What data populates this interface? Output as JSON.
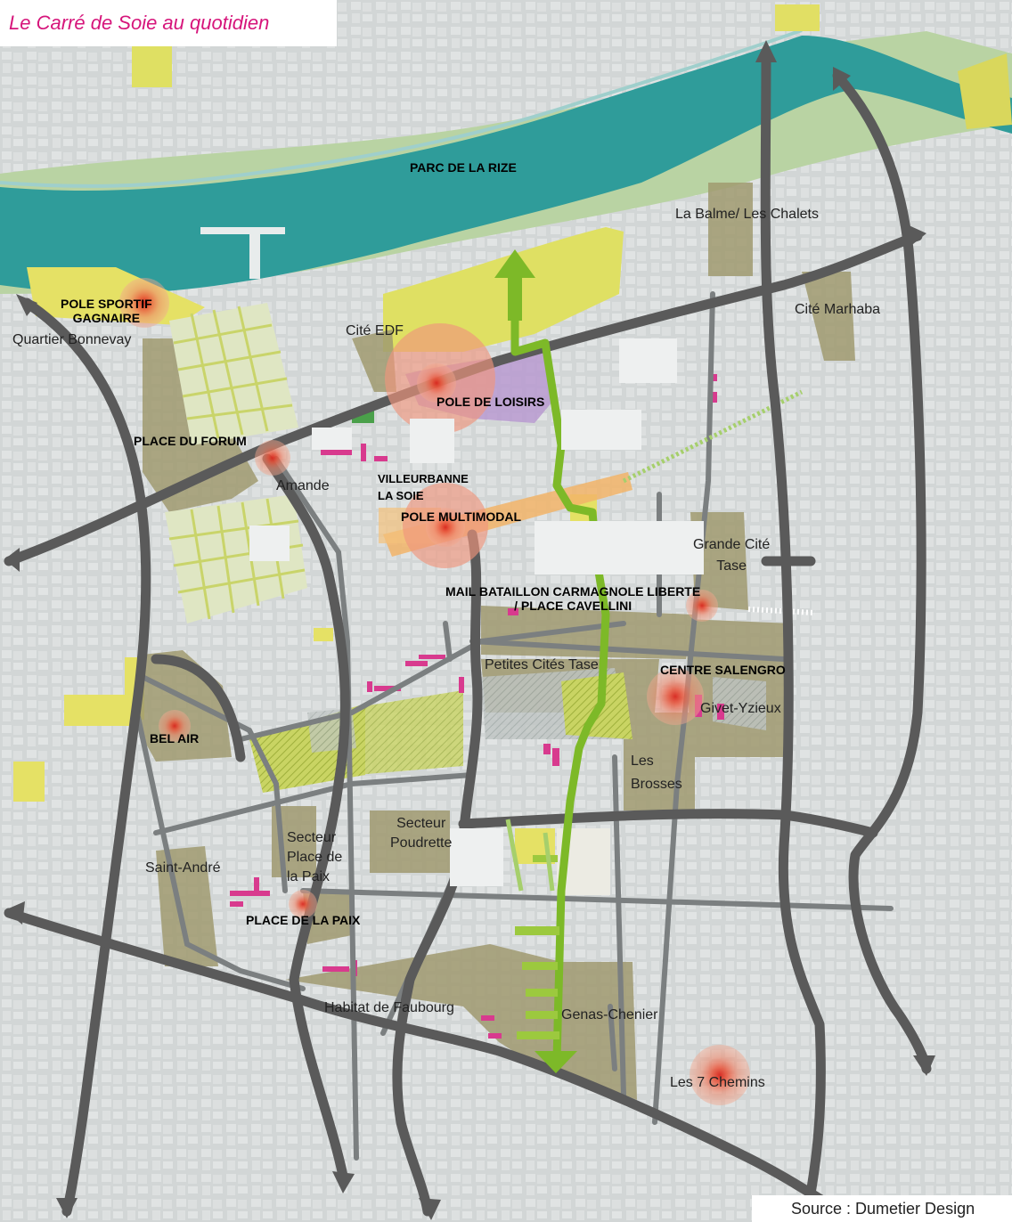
{
  "title": "Le Carré de Soie au quotidien",
  "source": "Source : Dumetier Design",
  "district_labels": [
    {
      "id": "quartier-bonnevay",
      "text": "Quartier Bonnevay"
    },
    {
      "id": "cite-edf",
      "text": "Cité EDF"
    },
    {
      "id": "la-balme",
      "text": "La Balme/ Les Chalets"
    },
    {
      "id": "cite-marhaba",
      "text": "Cité Marhaba"
    },
    {
      "id": "amande",
      "text": "Amande"
    },
    {
      "id": "grande-cite-tase",
      "text": "Grande Cité\nTase"
    },
    {
      "id": "petites-cites-tase",
      "text": "Petites Cités Tase"
    },
    {
      "id": "givet-yzieux",
      "text": "Givet-Yzieux"
    },
    {
      "id": "les-brosses",
      "text": "Les\nBrosses"
    },
    {
      "id": "secteur-poudrette",
      "text": "Secteur\nPoudrette"
    },
    {
      "id": "secteur-place-paix",
      "text": "Secteur\nPlace de\nla Paix"
    },
    {
      "id": "saint-andre",
      "text": "Saint-André"
    },
    {
      "id": "habitat-faubourg",
      "text": "Habitat de Faubourg"
    },
    {
      "id": "genas-chenier",
      "text": "Genas-Chenier"
    },
    {
      "id": "les-7-chemins",
      "text": "Les 7 Chemins"
    }
  ],
  "pole_labels": [
    {
      "id": "parc-rize",
      "text": "PARC DE LA RIZE"
    },
    {
      "id": "pole-sportif",
      "text": "POLE SPORTIF\nGAGNAIRE"
    },
    {
      "id": "pole-loisirs",
      "text": "POLE DE LOISIRS"
    },
    {
      "id": "place-forum",
      "text": "PLACE DU FORUM"
    },
    {
      "id": "villeurbanne-soie",
      "text": "VILLEURBANNE\nLA SOIE"
    },
    {
      "id": "pole-multimodal",
      "text": "POLE MULTIMODAL"
    },
    {
      "id": "mail-bataillon",
      "text": "MAIL BATAILLON CARMAGNOLE LIBERTE\n/ PLACE CAVELLINI"
    },
    {
      "id": "centre-salengro",
      "text": "CENTRE SALENGRO"
    },
    {
      "id": "bel-air",
      "text": "BEL AIR"
    },
    {
      "id": "place-paix",
      "text": "PLACE DE LA PAIX"
    }
  ],
  "colors": {
    "background": "#c9cfd0",
    "block": "#dfe2e2",
    "river": "#2f9c9a",
    "park": "#b7d3a0",
    "yellow": "#e5e165",
    "khaki": "#a09a70",
    "road": "#5a5a5a",
    "green_axis": "#7db928",
    "hotspot": "#e8553b",
    "pink": "#d83a8e",
    "purple": "#b99ad0",
    "title": "#d6157b"
  }
}
